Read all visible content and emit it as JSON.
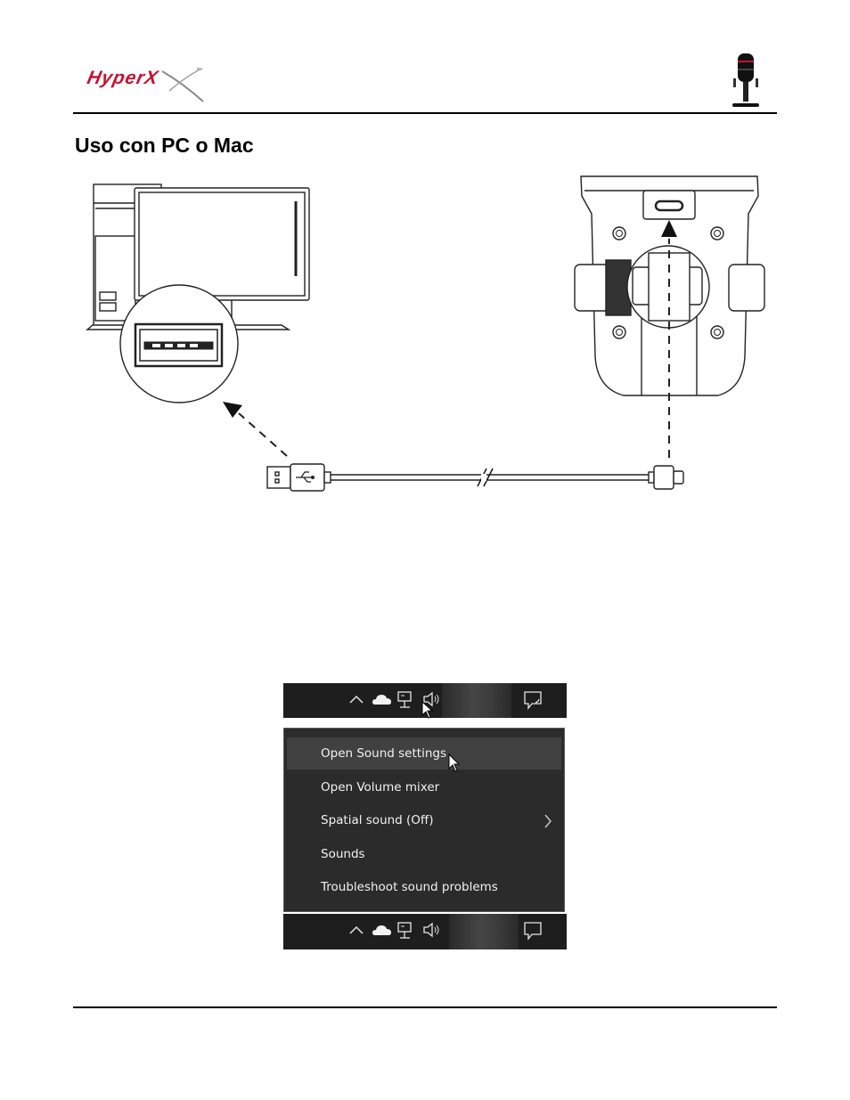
{
  "header": {
    "logo_text": "HyperX",
    "logo_trademark": "™",
    "product_icon": "microphone-icon"
  },
  "section": {
    "title": "Uso con PC o Mac"
  },
  "diagram": {
    "computer_icon": "desktop-computer-icon",
    "port_icon": "usb-a-port-icon",
    "mic_icon": "microphone-usb-c-port-icon",
    "cable_icon": "usb-a-to-usb-c-cable-icon"
  },
  "taskbar": {
    "icons": [
      "chevron-up-icon",
      "onedrive-cloud-icon",
      "network-icon",
      "speaker-icon",
      "action-center-icon"
    ]
  },
  "context_menu": {
    "items": [
      {
        "label": "Open Sound settings",
        "hover": true
      },
      {
        "label": "Open Volume mixer"
      },
      {
        "label": "Spatial sound (Off)",
        "submenu": true
      },
      {
        "label": "Sounds"
      },
      {
        "label": "Troubleshoot sound problems"
      }
    ]
  },
  "colors": {
    "brand_red": "#c8102e",
    "taskbar": "#1e1e1e",
    "menu_bg": "#2b2b2b",
    "menu_hover": "#414141",
    "menu_text": "#f2f2f2"
  }
}
